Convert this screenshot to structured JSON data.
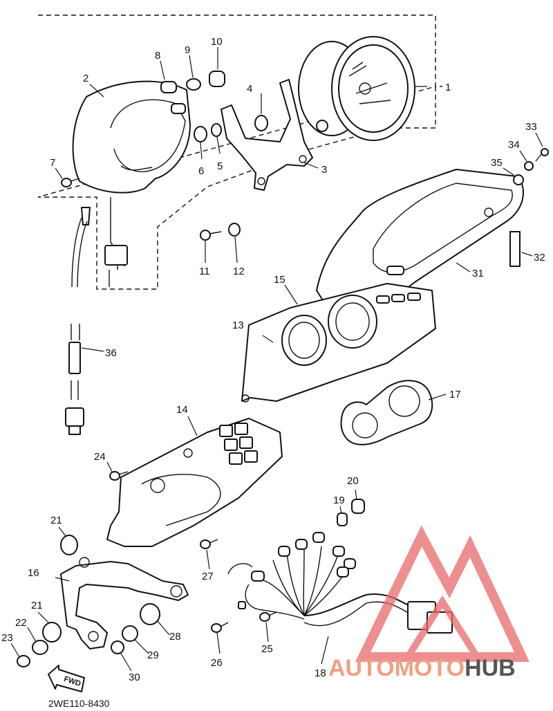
{
  "diagram": {
    "part_labels": [
      "1",
      "2",
      "3",
      "4",
      "5",
      "6",
      "7",
      "8",
      "9",
      "10",
      "11",
      "12",
      "13",
      "14",
      "15",
      "16",
      "17",
      "18",
      "19",
      "20",
      "21",
      "21",
      "22",
      "23",
      "24",
      "25",
      "26",
      "27",
      "28",
      "29",
      "30",
      "31",
      "32",
      "33",
      "34",
      "35",
      "36"
    ],
    "drawing_code": "2WE110-8430",
    "fwd_label": "FWD"
  },
  "watermark": {
    "brand_part1": "AUTOMOTO",
    "brand_part2": "HUB",
    "color_part1": "#f0a080",
    "color_part2": "#555555",
    "logo_color": "#e86a6a"
  }
}
